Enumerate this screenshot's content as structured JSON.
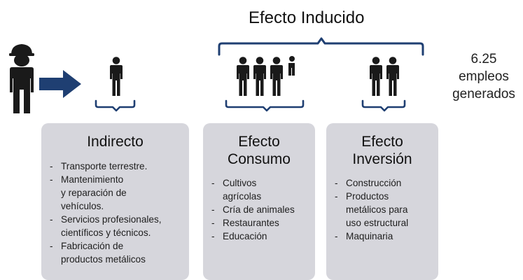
{
  "header": {
    "title": "Efecto Inducido"
  },
  "summary": {
    "jobs_line1": "6.25",
    "jobs_line2": "empleos",
    "jobs_line3": "generados"
  },
  "colors": {
    "bracket": "#1f3f72",
    "arrow": "#1f3f72",
    "figure": "#1a1a1a",
    "box_bg": "#d6d6dc"
  },
  "icons": {
    "worker": "worker-with-hardhat-icon",
    "arrow": "arrow-right-icon",
    "person": "person-icon"
  },
  "boxes": [
    {
      "title_line1": "Indirecto",
      "items": [
        "Transporte terrestre.",
        "Mantenimiento\ny reparación de\nvehículos.",
        "Servicios profesionales,\ncientíficos y técnicos.",
        "Fabricación de\nproductos metálicos"
      ]
    },
    {
      "title_line1": "Efecto",
      "title_line2": "Consumo",
      "items": [
        "Cultivos\nagrícolas",
        "Cría de animales",
        "Restaurantes",
        "Educación"
      ]
    },
    {
      "title_line1": "Efecto",
      "title_line2": "Inversión",
      "items": [
        "Construcción",
        "Productos\nmetálicos para\nuso estructural",
        "Maquinaria"
      ]
    }
  ]
}
